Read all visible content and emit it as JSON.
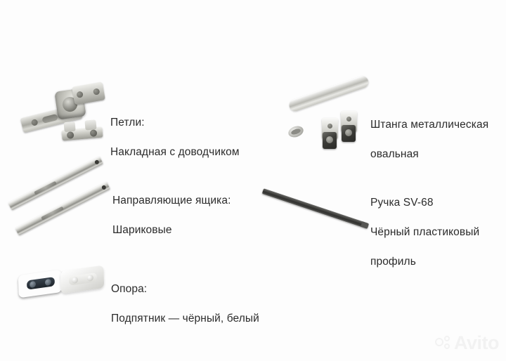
{
  "page": {
    "background_color": "#fdfdfd",
    "text_color": "#2b2b2b"
  },
  "items": [
    {
      "id": "hinges",
      "figure_name": "cabinet-hinge-photo",
      "figure_alt": "Накладная мебельная петля с доводчиком и ответная планка",
      "label_line1": "Петли:",
      "label_line2": "Накладная с доводчиком"
    },
    {
      "id": "rod",
      "figure_name": "oval-metal-rod-photo",
      "figure_alt": "Штанга металлическая овальная с креплениями",
      "label_line1": "Штанга металлическая",
      "label_line2": "овальная"
    },
    {
      "id": "slides",
      "figure_name": "ball-bearing-drawer-slides-photo",
      "figure_alt": "Шариковые направляющие для ящика",
      "label_line1": "Направляющие ящика:",
      "label_line2": "Шариковые"
    },
    {
      "id": "handle",
      "figure_name": "black-plastic-handle-profile-photo",
      "figure_alt": "Чёрный пластиковый профиль-ручка SV-68",
      "label_line1": "Ручка SV-68",
      "label_line2": "Чёрный пластиковый",
      "label_line3": "профиль"
    },
    {
      "id": "foot",
      "figure_name": "support-foot-photo",
      "figure_alt": "Подпятник чёрный и белый",
      "label_line1": "Опора:",
      "label_line2": "Подпятник — чёрный, белый"
    }
  ],
  "watermark": {
    "text": "Avito",
    "color": "#f2f2f2"
  }
}
